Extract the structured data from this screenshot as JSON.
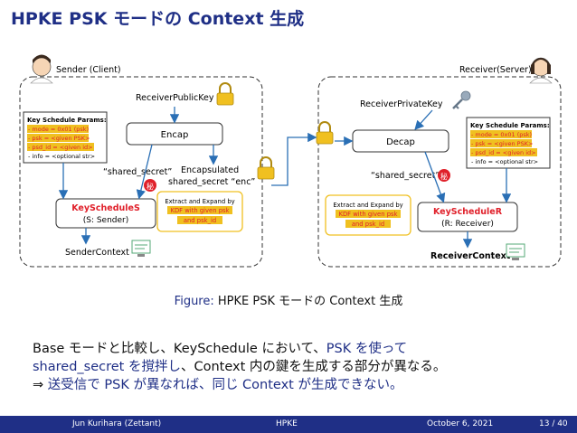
{
  "slide": {
    "title": "HPKE PSK モードの Context 生成"
  },
  "diagram": {
    "sender_label": "Sender (Client)",
    "receiver_label": "Receiver(Server)",
    "receiver_public_key": "ReceiverPublicKey",
    "receiver_private_key": "ReceiverPrivateKey",
    "encap": "Encap",
    "decap": "Decap",
    "shared_secret_left": "“shared_secret”",
    "shared_secret_right": "“shared_secret”",
    "encapsulated_1": "Encapsulated",
    "encapsulated_2": "shared_secret “enc”",
    "secret_badge": "秘",
    "ks_params_title": "Key Schedule Params:",
    "ks_mode": "- mode = 0x01 (psk)",
    "ks_psk": "- psk = <given PSK>",
    "ks_psk_id": "- psd_id = <given id>",
    "ks_info": "- info = <optional str>",
    "ks_sender_name": "KeyScheduleS",
    "ks_sender_sub": "(S: Sender)",
    "ks_receiver_name": "KeyScheduleR",
    "ks_receiver_sub": "(R: Receiver)",
    "extract_1": "Extract and Expand by",
    "extract_2": "KDF with given psk",
    "extract_3": "and psk_id",
    "sender_context": "SenderContext",
    "receiver_context": "ReceiverContext"
  },
  "figure": {
    "label": "Figure:",
    "caption": "HPKE PSK モードの Context 生成"
  },
  "body": {
    "line1_a": "Base モードと比較し、KeySchedule において、",
    "line1_b": "PSK を使って",
    "line2_a": "shared_secret を撹拌し",
    "line2_b": "、Context 内の鍵を生成",
    "line2_c": "する部分が異なる。",
    "line3_a": "⇒ ",
    "line3_b": "送受信で PSK が異なれば、同じ Context が生成できない。"
  },
  "footer": {
    "author": "Jun Kurihara (Zettant)",
    "center": "HPKE",
    "date": "October 6, 2021",
    "page": "13 / 40"
  },
  "colors": {
    "accent": "#1f2f86",
    "red": "#e0202a",
    "yellow": "#f0c020",
    "blue": "#2a6fb5"
  }
}
